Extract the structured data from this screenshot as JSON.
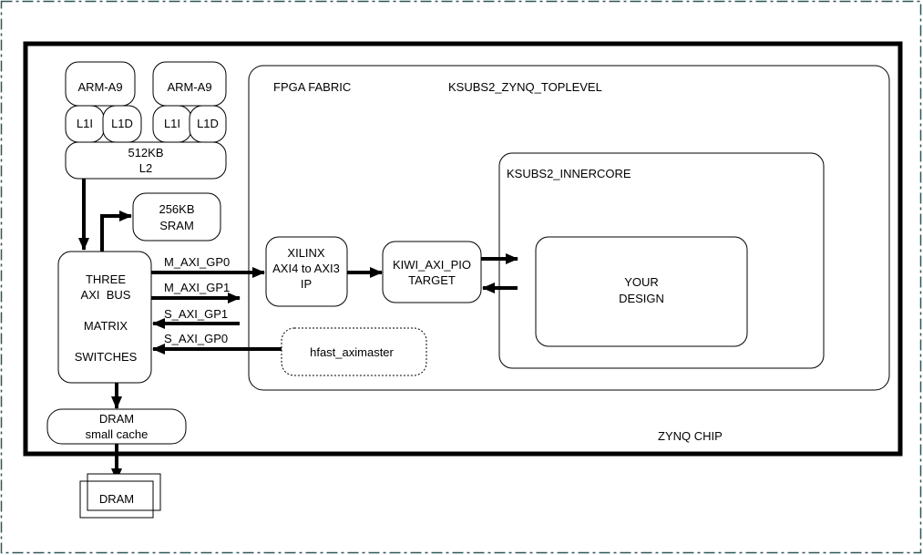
{
  "diagram": {
    "chip_label": "ZYNQ CHIP",
    "fpga_fabric": {
      "label": "FPGA FABRIC",
      "toplevel_label": "KSUBS2_ZYNQ_TOPLEVEL"
    },
    "innercore_label": "KSUBS2_INNERCORE",
    "your_design": {
      "line1": "YOUR",
      "line2": "DESIGN"
    },
    "cpus": [
      {
        "label": "ARM-A9",
        "l1i": "L1I",
        "l1d": "L1D"
      },
      {
        "label": "ARM-A9",
        "l1i": "L1I",
        "l1d": "L1D"
      }
    ],
    "l2": {
      "line1": "512KB",
      "line2": "L2"
    },
    "sram": {
      "line1": "256KB",
      "line2": "SRAM"
    },
    "axi_matrix": {
      "line1": "THREE",
      "line2": "AXI  BUS",
      "line3": "MATRIX",
      "line4": "SWITCHES"
    },
    "ports": [
      "M_AXI_GP0",
      "M_AXI_GP1",
      "S_AXI_GP1",
      "S_AXI_GP0"
    ],
    "xilinx_ip": {
      "line1": "XILINX",
      "line2": "AXI4 to AXI3",
      "line3": "IP"
    },
    "kiwi_target": {
      "line1": "KIWI_AXI_PIO",
      "line2": "TARGET"
    },
    "hfast": "hfast_aximaster",
    "dram_cache": {
      "line1": "DRAM",
      "line2": "small cache"
    },
    "dram": "DRAM",
    "colors": {
      "outer_border": "#2f5555",
      "line": "#000000"
    }
  }
}
